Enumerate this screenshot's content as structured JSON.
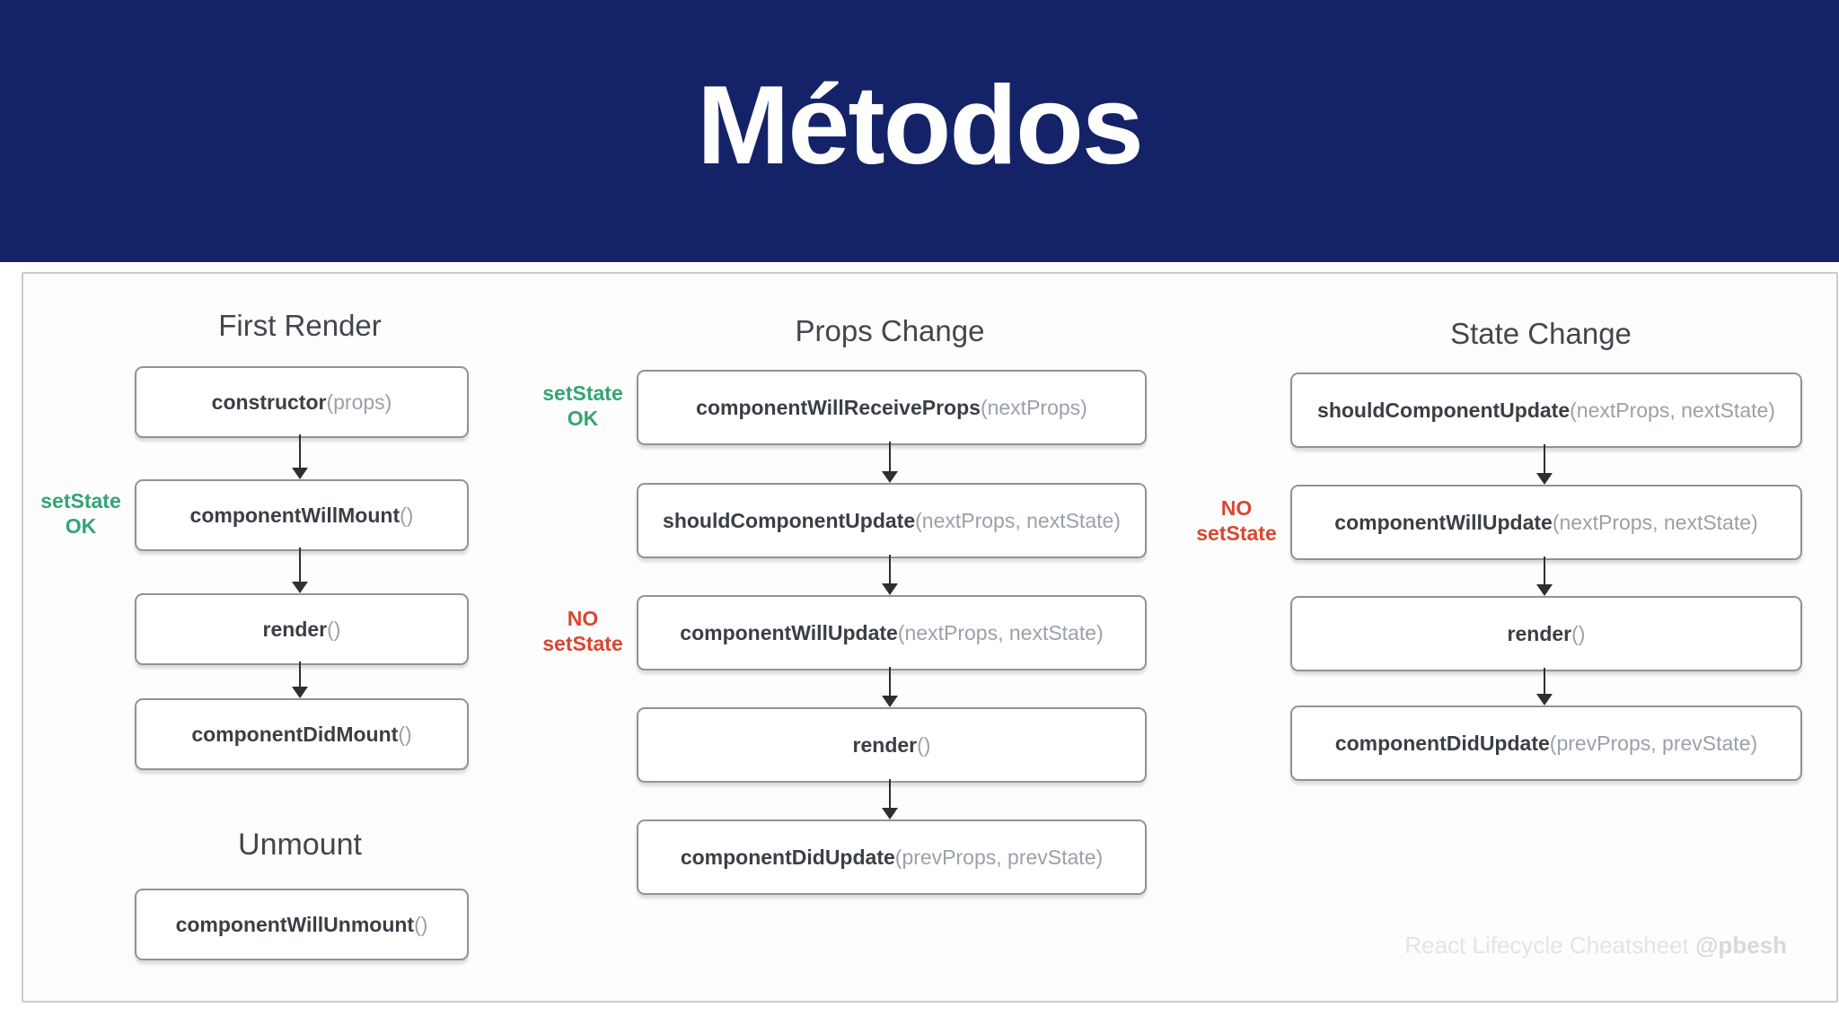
{
  "slide": {
    "title": "Métodos"
  },
  "diagram": {
    "columns": [
      {
        "id": "first-render",
        "title": "First Render",
        "boxes": [
          {
            "name": "constructor",
            "args": "(props)"
          },
          {
            "name": "componentWillMount",
            "args": "()",
            "badge": {
              "type": "ok",
              "lines": [
                "setState",
                "OK"
              ]
            }
          },
          {
            "name": "render",
            "args": "()"
          },
          {
            "name": "componentDidMount",
            "args": "()"
          }
        ]
      },
      {
        "id": "props-change",
        "title": "Props Change",
        "boxes": [
          {
            "name": "componentWillReceiveProps",
            "args": "(nextProps)",
            "badge": {
              "type": "ok",
              "lines": [
                "setState",
                "OK"
              ]
            }
          },
          {
            "name": "shouldComponentUpdate",
            "args": "(nextProps, nextState)"
          },
          {
            "name": "componentWillUpdate",
            "args": "(nextProps, nextState)",
            "badge": {
              "type": "no",
              "lines": [
                "NO",
                "setState"
              ]
            }
          },
          {
            "name": "render",
            "args": "()"
          },
          {
            "name": "componentDidUpdate",
            "args": "(prevProps, prevState)"
          }
        ]
      },
      {
        "id": "state-change",
        "title": "State Change",
        "boxes": [
          {
            "name": "shouldComponentUpdate",
            "args": "(nextProps, nextState)"
          },
          {
            "name": "componentWillUpdate",
            "args": "(nextProps, nextState)",
            "badge": {
              "type": "no",
              "lines": [
                "NO",
                "setState"
              ]
            }
          },
          {
            "name": "render",
            "args": "()"
          },
          {
            "name": "componentDidUpdate",
            "args": "(prevProps, prevState)"
          }
        ]
      }
    ],
    "unmount": {
      "title": "Unmount",
      "box": {
        "name": "componentWillUnmount",
        "args": "()"
      }
    }
  },
  "watermark": {
    "text": "React Lifecycle Cheatsheet ",
    "handle": "@pbesh"
  },
  "colors": {
    "header_bg": "#142368",
    "ok_green": "#36a373",
    "no_red": "#d9472f",
    "box_border": "#8f9398",
    "arrow": "#2c2f33"
  }
}
